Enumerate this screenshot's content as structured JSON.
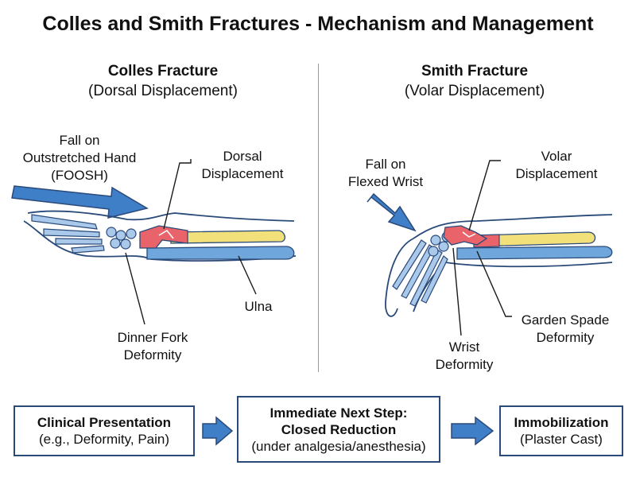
{
  "title": "Colles and Smith Fractures - Mechanism and Management",
  "colles": {
    "title": "Colles Fracture",
    "subtitle": "(Dorsal Displacement)",
    "mechanism": [
      "Fall on",
      "Outstretched Hand",
      "(FOOSH)"
    ],
    "displacement": [
      "Dorsal",
      "Displacement"
    ],
    "ulna": "Ulna",
    "deformity": [
      "Dinner Fork",
      "Deformity"
    ]
  },
  "smith": {
    "title": "Smith Fracture",
    "subtitle": "(Volar Displacement)",
    "mechanism": [
      "Fall on",
      "Flexed Wrist"
    ],
    "displacement": [
      "Volar",
      "Displacement"
    ],
    "deformity": [
      "Garden Spade",
      "Deformity"
    ],
    "wrist": [
      "Wrist",
      "Deformity"
    ]
  },
  "flow": {
    "step1": {
      "title": "Clinical Presentation",
      "detail": "(e.g., Deformity, Pain)"
    },
    "step2": {
      "title_line1": "Immediate Next Step:",
      "title_line2": "Closed Reduction",
      "detail": "(under analgesia/anesthesia)"
    },
    "step3": {
      "title": "Immobilization",
      "detail": "(Plaster Cast)"
    }
  },
  "colors": {
    "arrow": "#3f7fc8",
    "fracture": "#e8646a",
    "radius": "#f2e07a",
    "bone": "#6fa6dc",
    "outline": "#2a4a7a"
  }
}
